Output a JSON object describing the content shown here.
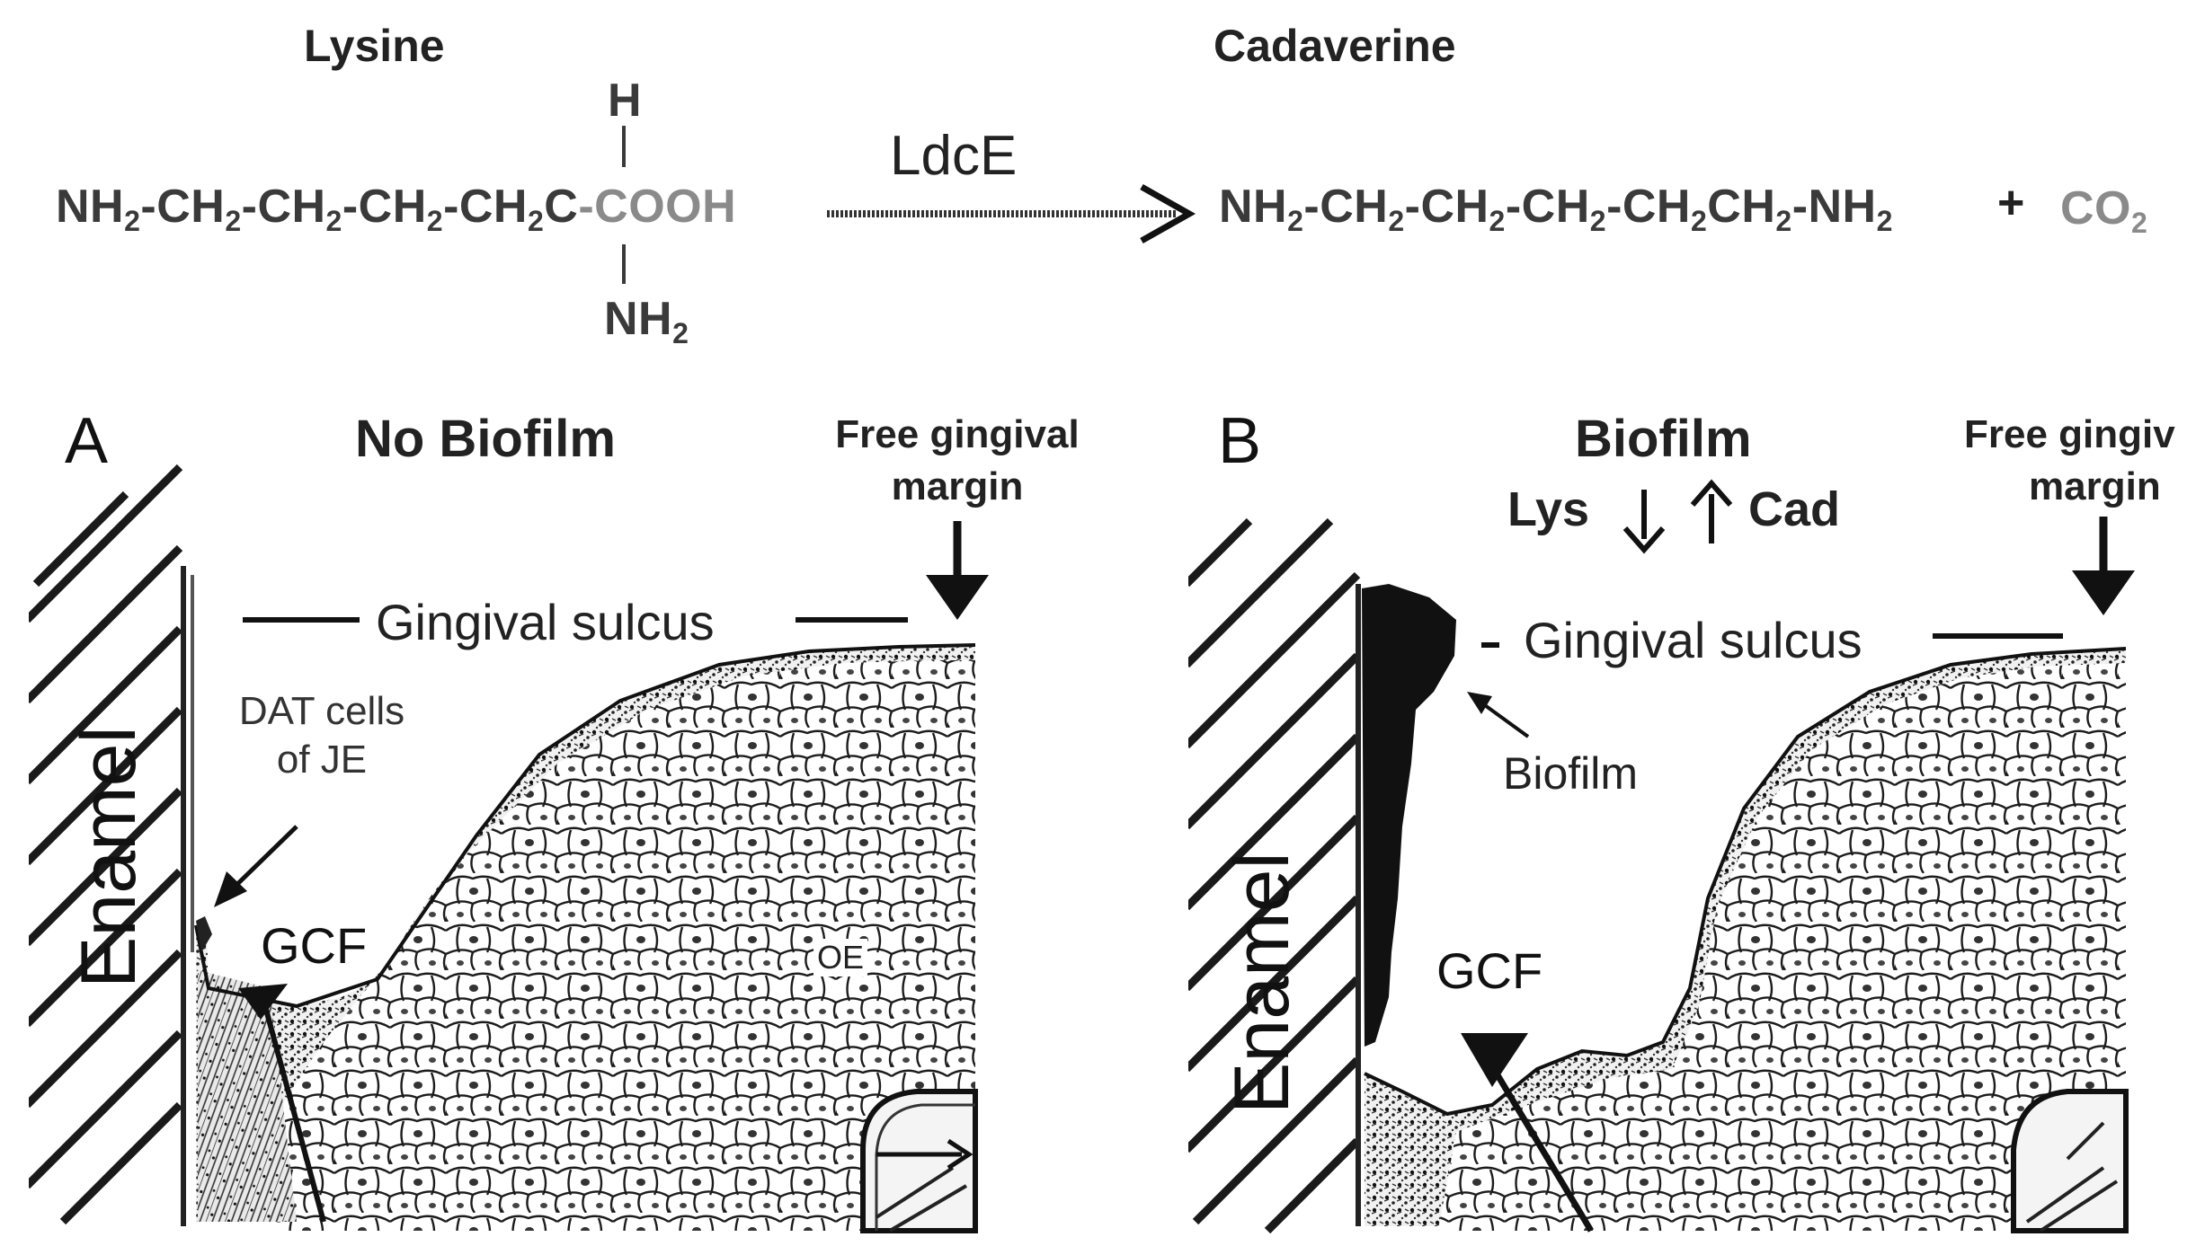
{
  "reaction": {
    "substrate_name": "Lysine",
    "product_name": "Cadaverine",
    "substrate_formula": {
      "parts": [
        "NH",
        "2",
        "-CH",
        "2",
        "-CH",
        "2",
        "-CH",
        "2",
        "-CH",
        "2",
        "C",
        "-COOH"
      ]
    },
    "substrate_h": "H",
    "substrate_nh2": {
      "main": "NH",
      "sub": "2"
    },
    "enzyme": "LdcE",
    "product_formula": {
      "parts": [
        "NH",
        "2",
        "-CH",
        "2",
        "-CH",
        "2",
        "-CH",
        "2",
        "-CH",
        "2",
        "CH",
        "2",
        "-NH",
        "2"
      ]
    },
    "plus": "+",
    "co2": {
      "main": "CO",
      "sub": "2"
    }
  },
  "panel_a": {
    "letter": "A",
    "title": "No Biofilm",
    "free_margin_line1": "Free gingival",
    "free_margin_line2": "margin",
    "sulcus": "Gingival sulcus",
    "dat_line1": "DAT cells",
    "dat_line2": "of JE",
    "gcf": "GCF",
    "oe": "OE",
    "enamel": "Enamel"
  },
  "panel_b": {
    "letter": "B",
    "title": "Biofilm",
    "lys": "Lys",
    "cad": "Cad",
    "free_margin_line1": "Free gingiv",
    "free_margin_line2": "margin",
    "sulcus": "Gingival sulcus",
    "biofilm_label": "Biofilm",
    "gcf": "GCF",
    "enamel": "Enamel"
  },
  "colors": {
    "ink": "#1a1a1a",
    "co2_grey": "#8a8a8a",
    "biofilm": "#111111"
  }
}
